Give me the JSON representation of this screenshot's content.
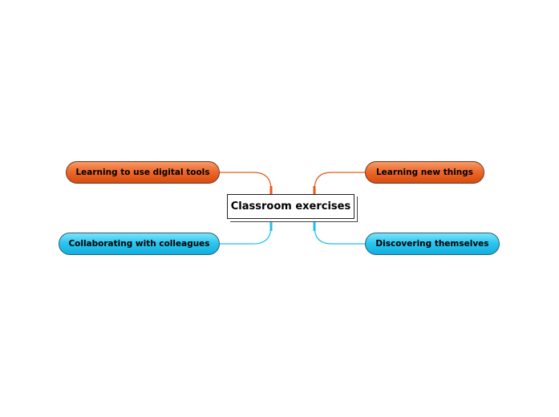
{
  "central": {
    "label": "Classroom exercises"
  },
  "topics": [
    {
      "label": "Learning to use digital tools",
      "color": "#e85a1c"
    },
    {
      "label": "Learning new things",
      "color": "#e85a1c"
    },
    {
      "label": "Collaborating with colleagues",
      "color": "#1fc0ee"
    },
    {
      "label": "Discovering themselves",
      "color": "#1fc0ee"
    }
  ]
}
